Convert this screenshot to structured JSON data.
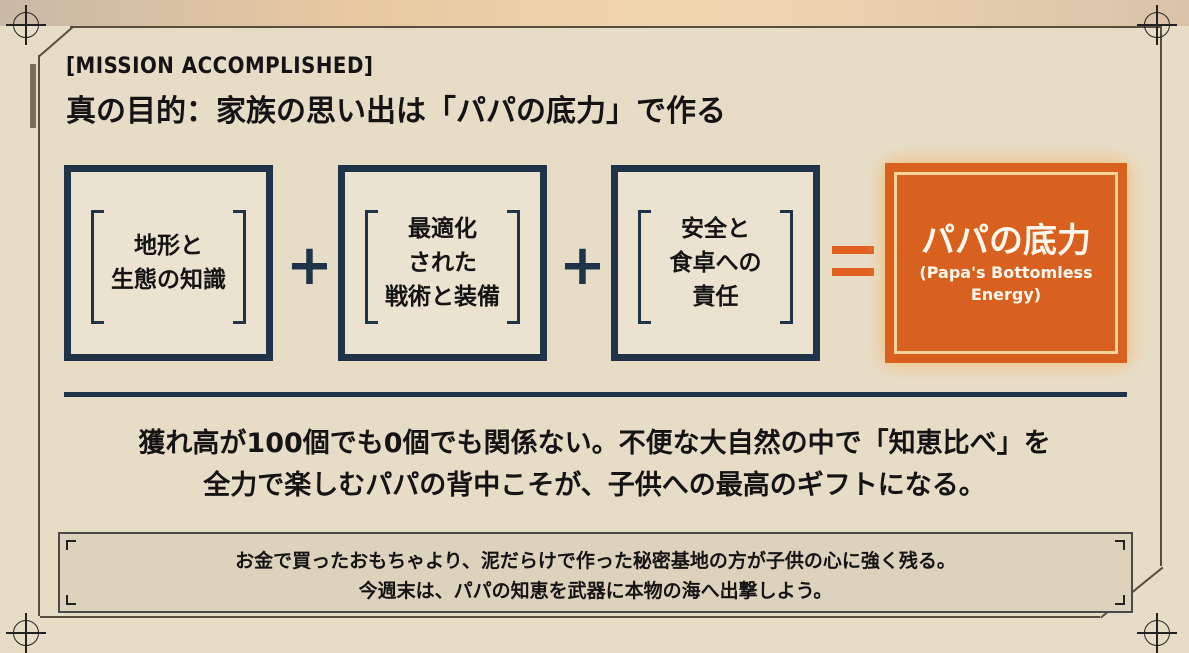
{
  "header": {
    "tag": "[MISSION ACCOMPLISHED]",
    "title": "真の目的：家族の思い出は「パパの底力」で作る"
  },
  "equation": {
    "items": [
      {
        "label": "地形と\n生態の知識"
      },
      {
        "label": "最適化\nされた\n戦術と装備"
      },
      {
        "label": "安全と\n食卓への\n責任"
      }
    ],
    "plus": "+",
    "result": {
      "title": "パパの底力",
      "subtitle": "(Papa's Bottomless Energy)"
    }
  },
  "message": {
    "line1": "獲れ高が100個でも0個でも関係ない。不便な大自然の中で「知恵比べ」を",
    "line2": "全力で楽しむパパの背中こそが、子供への最高のギフトになる。"
  },
  "note": {
    "line1": "お金で買ったおもちゃより、泥だらけで作った秘密基地の方が子供の心に強く残る。",
    "line2": "今週末は、パパの知恵を武器に本物の海へ出撃しよう。"
  },
  "colors": {
    "navy": "#1f3349",
    "orange": "#d9611f",
    "background": "#e7ddc7"
  }
}
